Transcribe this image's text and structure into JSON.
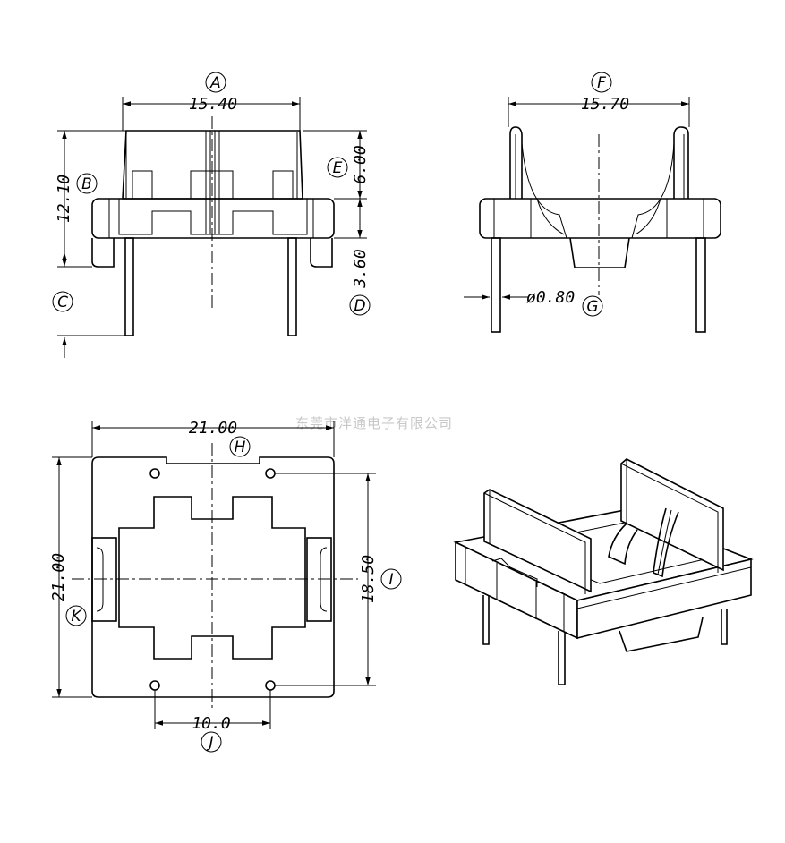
{
  "labels": {
    "A": "A",
    "B": "B",
    "C": "C",
    "D": "D",
    "E": "E",
    "F": "F",
    "G": "G",
    "H": "H",
    "I": "I",
    "J": "J",
    "K": "K"
  },
  "dimensions": {
    "A": "15.40",
    "B": "12.10",
    "D": "3.60",
    "E": "6.00",
    "F": "15.70",
    "G": "ø0.80",
    "H": "21.00",
    "I": "18.50",
    "J": "10.0",
    "K": "21.00"
  },
  "watermark": "东莞市洋通电子有限公司"
}
